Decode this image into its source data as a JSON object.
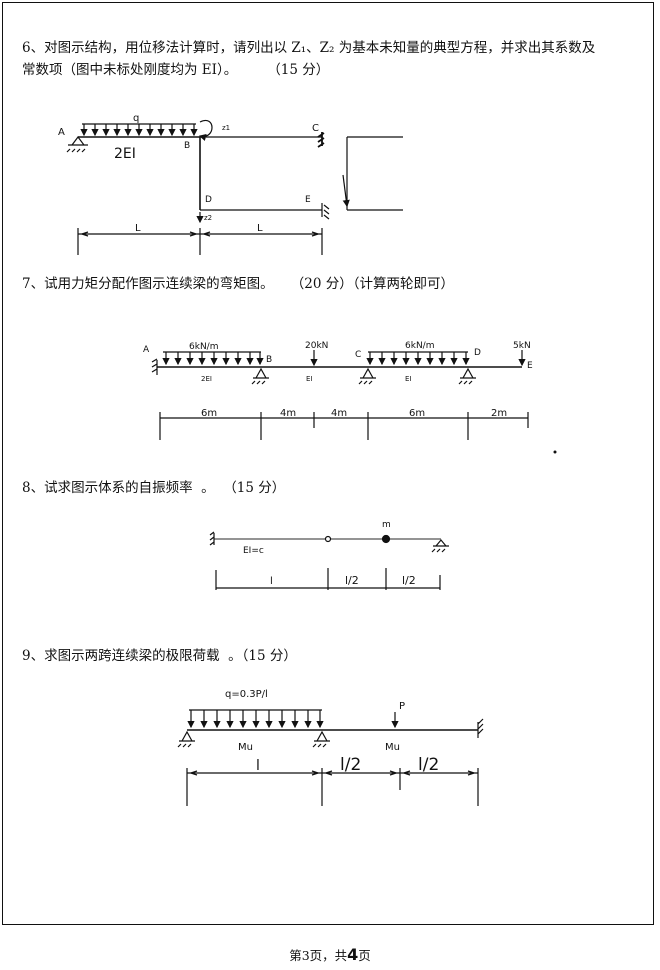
{
  "questions": [
    {
      "line1": "6、对图示结构，用位移法计算时，请列出以 Z₁、Z₂ 为基本未知量的典型方程，并求出其系数及",
      "line2": "常数项（图中未标处刚度均为 EI）。       （15 分）"
    },
    {
      "line1": "7、试用力矩分配作图示连续梁的弯矩图。    （20 分）（计算两轮即可）"
    },
    {
      "line1": "8、试求图示体系的自振频率  。  （15 分）"
    },
    {
      "line1": "9、求图示两跨连续梁的极限荷载  。（15 分）"
    }
  ],
  "fig6": {
    "A": "A",
    "B": "B",
    "C": "C",
    "D": "D",
    "E": "E",
    "q": "q",
    "rig": "2EI",
    "z1": "z1",
    "z2": "z2",
    "dim1": "L",
    "dim2": "L"
  },
  "fig7": {
    "A": "A",
    "B": "B",
    "C": "C",
    "D": "D",
    "E": "E",
    "q1": "6kN/m",
    "q2": "6kN/m",
    "p1": "20kN",
    "p2": "5kN",
    "ei1": "2EI",
    "ei2": "EI",
    "ei3": "EI",
    "d1": "6m",
    "d2": "4m",
    "d3": "4m",
    "d4": "6m",
    "d5": "2m"
  },
  "fig8": {
    "m": "m",
    "ei": "EI=c",
    "d1": "l",
    "d2": "l/2",
    "d3": "l/2"
  },
  "fig9": {
    "q": "q=0.3P/l",
    "p": "P",
    "mu1": "Mu",
    "mu2": "Mu",
    "d1": "l",
    "d2": "l/2",
    "d3": "l/2"
  },
  "footer": {
    "prefix": "第3页，共",
    "total": "4",
    "suffix": "页"
  }
}
